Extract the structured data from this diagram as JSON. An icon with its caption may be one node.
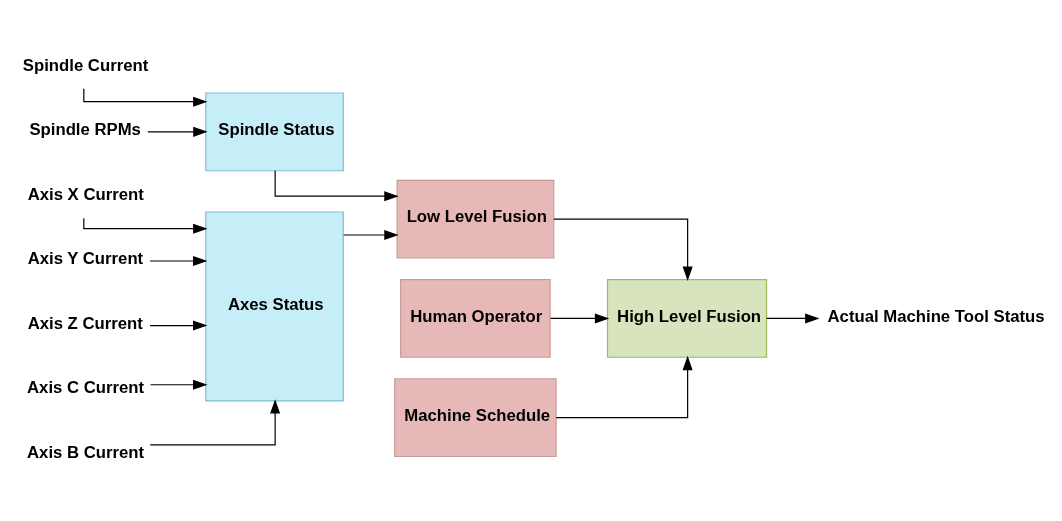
{
  "diagram": {
    "nodes": [
      {
        "text": [
          "Spindle Current"
        ]
      },
      {
        "text": [
          "Spindle RPMs"
        ]
      },
      {
        "text": [
          "Spindle Status"
        ]
      },
      {
        "text": [
          "Axis X Current"
        ]
      },
      {
        "text": [
          "Axis Y Current"
        ]
      },
      {
        "text": [
          "Axis Z Current"
        ]
      },
      {
        "text": [
          "Axis C Current"
        ]
      },
      {
        "text": [
          "Axis B Current"
        ]
      },
      {
        "text": [
          "Axes Status"
        ]
      },
      {
        "text": [
          "Human Operator"
        ]
      },
      {
        "text": [
          "Low Level Fusion"
        ]
      },
      {
        "text": [
          "Machine Schedule"
        ]
      },
      {
        "text": [
          "High Level Fusion"
        ]
      },
      {
        "text": [
          "Actual Machine Tool Status"
        ]
      }
    ],
    "edges": [
      {
        "from": 0,
        "to": 2,
        "arrow": "to"
      },
      {
        "from": 1,
        "to": 2,
        "arrow": "to"
      },
      {
        "from": 3,
        "to": 8,
        "arrow": "to"
      },
      {
        "from": 4,
        "to": 8,
        "arrow": "to"
      },
      {
        "from": 5,
        "to": 8,
        "arrow": "to"
      },
      {
        "from": 6,
        "to": 8,
        "arrow": "to"
      },
      {
        "from": 7,
        "to": 8,
        "arrow": "to"
      },
      {
        "from": 2,
        "to": 10,
        "arrow": "to"
      },
      {
        "from": 8,
        "to": 10,
        "arrow": "to"
      },
      {
        "from": 9,
        "to": 12,
        "arrow": "to"
      },
      {
        "from": 10,
        "to": 12,
        "arrow": "to"
      },
      {
        "from": 11,
        "to": 12,
        "arrow": "to"
      },
      {
        "from": 12,
        "to": 13,
        "arrow": "to"
      }
    ]
  }
}
